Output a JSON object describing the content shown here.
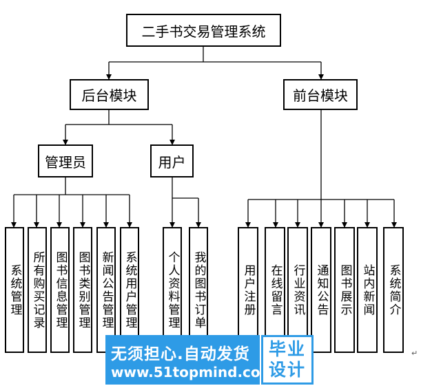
{
  "diagram": {
    "root": "二手书交易管理系统",
    "backend": "后台模块",
    "frontend": "前台模块",
    "admin": "管理员",
    "user": "用户",
    "admin_leaves": [
      "系统管理",
      "所有购买记录",
      "图书信息管理",
      "图书类别管理",
      "新闻公告管理",
      "系统用户管理"
    ],
    "user_leaves": [
      "个人资料管理",
      "我的图书订单"
    ],
    "front_leaves": [
      "用户注册",
      "在线留言",
      "行业资讯",
      "通知公告",
      "图书展示",
      "站内新闻",
      "系统简介"
    ]
  },
  "watermark": {
    "line1": "无须担心.自动发货",
    "line2": "www.51topmind.com",
    "badge_top": "毕业",
    "badge_bottom": "设计"
  },
  "paragraph_mark": "↵",
  "colors": {
    "line": "#000000",
    "watermark_blue": "#2e9be6"
  }
}
